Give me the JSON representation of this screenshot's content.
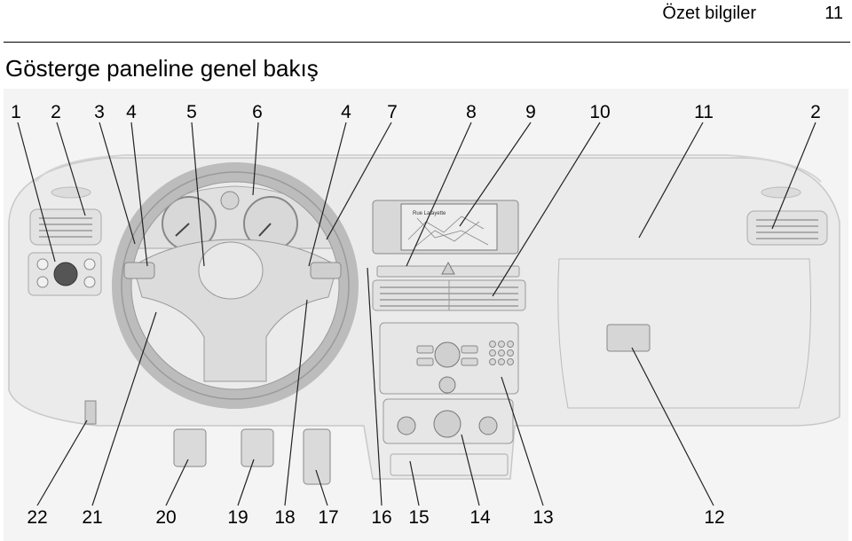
{
  "header": {
    "section_title": "Özet bilgiler",
    "page_number": "11"
  },
  "page_title": "Gösterge paneline genel bakış",
  "illustration": {
    "callouts_top": [
      "1",
      "2",
      "3",
      "4",
      "5",
      "6",
      "4",
      "7",
      "8",
      "9",
      "10",
      "11",
      "2"
    ],
    "callouts_bottom": [
      "22",
      "21",
      "20",
      "19",
      "18",
      "17",
      "16",
      "15",
      "14",
      "13",
      "12"
    ],
    "screen_text": [
      "Rue Lafayette"
    ]
  }
}
